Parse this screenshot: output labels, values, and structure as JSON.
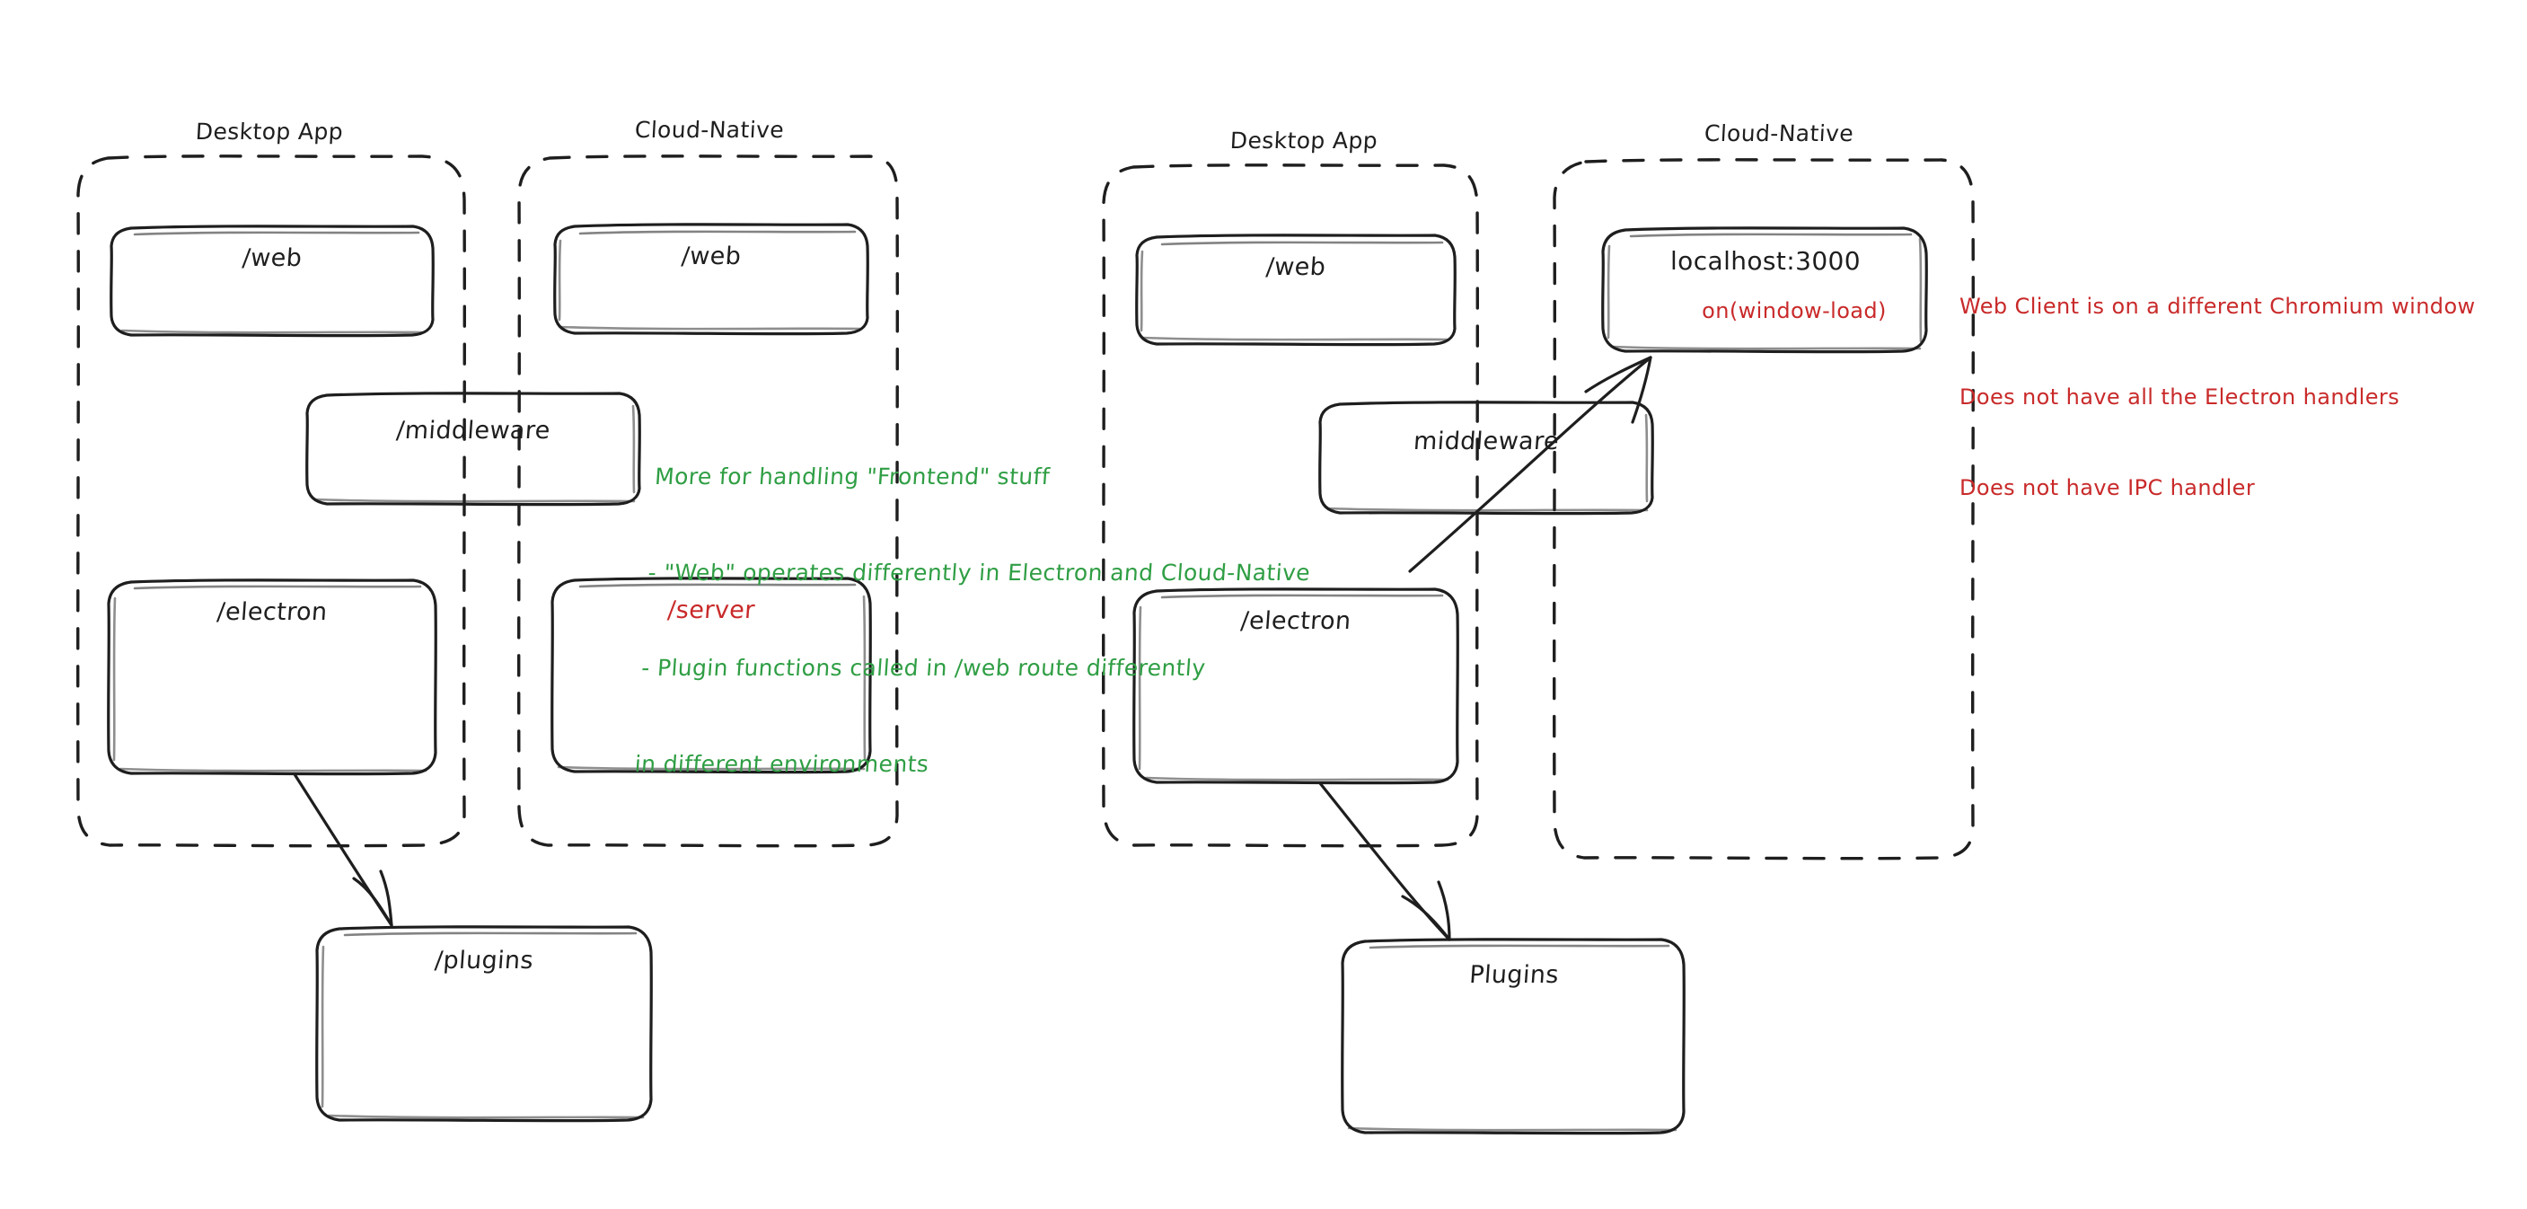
{
  "canvas": {
    "background": "#ffffff",
    "ink": "#1e1e1e",
    "accent_red": "#c92a2a",
    "accent_green": "#2f9e44"
  },
  "diagrams": [
    {
      "id": "left-diagram",
      "groups": [
        {
          "id": "left-desktop-app",
          "title": "Desktop App"
        },
        {
          "id": "left-cloud-native",
          "title": "Cloud-Native"
        }
      ],
      "nodes": [
        {
          "id": "left-desktop-web",
          "label": "/web",
          "color": "#1e1e1e"
        },
        {
          "id": "left-cloud-web",
          "label": "/web",
          "color": "#1e1e1e"
        },
        {
          "id": "left-middleware",
          "label": "/middleware",
          "color": "#1e1e1e"
        },
        {
          "id": "left-electron",
          "label": "/electron",
          "color": "#1e1e1e"
        },
        {
          "id": "left-server",
          "label": "/server",
          "color": "#c92a2a"
        },
        {
          "id": "left-plugins",
          "label": "/plugins",
          "color": "#1e1e1e"
        }
      ],
      "annotation": {
        "id": "frontend-note",
        "color": "#2f9e44",
        "lines": [
          "More for handling \"Frontend\" stuff",
          "- \"Web\" operates differently in Electron and Cloud-Native",
          "- Plugin functions called in /web route differently",
          "in different environments"
        ]
      }
    },
    {
      "id": "right-diagram",
      "groups": [
        {
          "id": "right-desktop-app",
          "title": "Desktop App"
        },
        {
          "id": "right-cloud-native",
          "title": "Cloud-Native"
        }
      ],
      "nodes": [
        {
          "id": "right-desktop-web",
          "label": "/web",
          "color": "#1e1e1e"
        },
        {
          "id": "right-localhost",
          "label": "localhost:3000",
          "sublabel": "on(window-load)",
          "color": "#1e1e1e",
          "sublabel_color": "#c92a2a"
        },
        {
          "id": "right-middleware",
          "label": "middleware",
          "color": "#1e1e1e"
        },
        {
          "id": "right-electron",
          "label": "/electron",
          "color": "#1e1e1e"
        },
        {
          "id": "right-plugins",
          "label": "Plugins",
          "color": "#1e1e1e"
        }
      ],
      "annotation": {
        "id": "web-client-note",
        "color": "#c92a2a",
        "lines": [
          "Web Client is on a different Chromium window",
          "Does not have all the Electron handlers",
          "Does not have IPC handler"
        ]
      }
    }
  ]
}
